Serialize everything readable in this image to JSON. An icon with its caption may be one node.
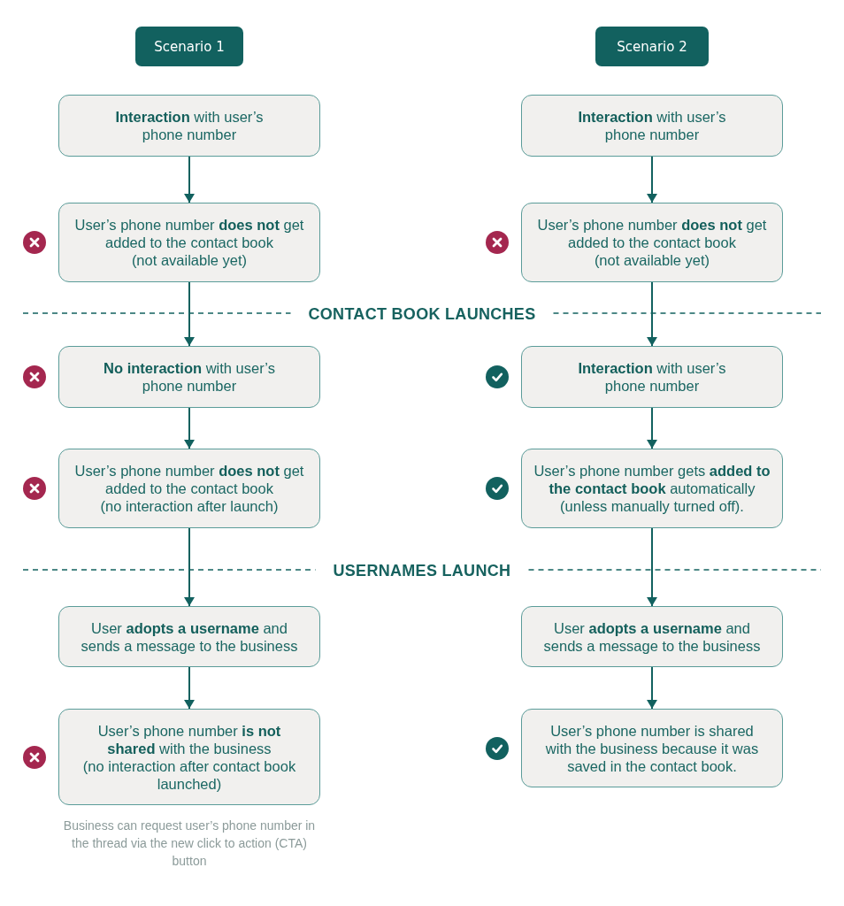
{
  "diagram": {
    "nodes": [
      {
        "text": [
          "Scenario 1"
        ]
      },
      {
        "text": [
          "Scenario 2"
        ]
      },
      {
        "text": [
          "**Interaction** with user’s phone number"
        ]
      },
      {
        "text": [
          "**Interaction** with user’s phone number"
        ]
      },
      {
        "text": [
          "User’s phone number **does not** get added to the contact book (not available yet)"
        ]
      },
      {
        "text": [
          "User’s phone number **does not** get added to the contact book (not available yet)"
        ]
      },
      {
        "text": [
          "**No interaction** with user’s phone number"
        ]
      },
      {
        "text": [
          "**Interaction** with user’s phone number"
        ]
      },
      {
        "text": [
          "User’s phone number **does not** get added to the contact book (no interaction after launch)"
        ]
      },
      {
        "text": [
          "User’s phone number gets **added to the contact book** automatically (unless manually turned off)."
        ]
      },
      {
        "text": [
          "User **adopts a username** and sends a message to the business"
        ]
      },
      {
        "text": [
          "User **adopts a username** and sends a message to the business"
        ]
      },
      {
        "text": [
          "User’s phone number **is not shared** with the business (no interaction after contact book launched)"
        ],
        "beside": [
          "Business can request user’s phone number in the thread via the new click to action (CTA) button"
        ]
      },
      {
        "text": [
          "User’s phone number is shared with the business because it was saved in the contact book."
        ]
      }
    ],
    "edges": [
      {
        "from": 2,
        "to": 4,
        "arrow": "to"
      },
      {
        "from": 4,
        "to": 6,
        "arrow": "to"
      },
      {
        "from": 6,
        "to": 8,
        "arrow": "to"
      },
      {
        "from": 8,
        "to": 10,
        "arrow": "to"
      },
      {
        "from": 10,
        "to": 12,
        "arrow": "to"
      },
      {
        "from": 3,
        "to": 5,
        "arrow": "to"
      },
      {
        "from": 5,
        "to": 7,
        "arrow": "to"
      },
      {
        "from": 7,
        "to": 9,
        "arrow": "to"
      },
      {
        "from": 9,
        "to": 11,
        "arrow": "to"
      },
      {
        "from": 11,
        "to": 13,
        "arrow": "to"
      }
    ],
    "labels": [
      "CONTACT BOOK LAUNCHES",
      "USERNAMES LAUNCH"
    ]
  }
}
